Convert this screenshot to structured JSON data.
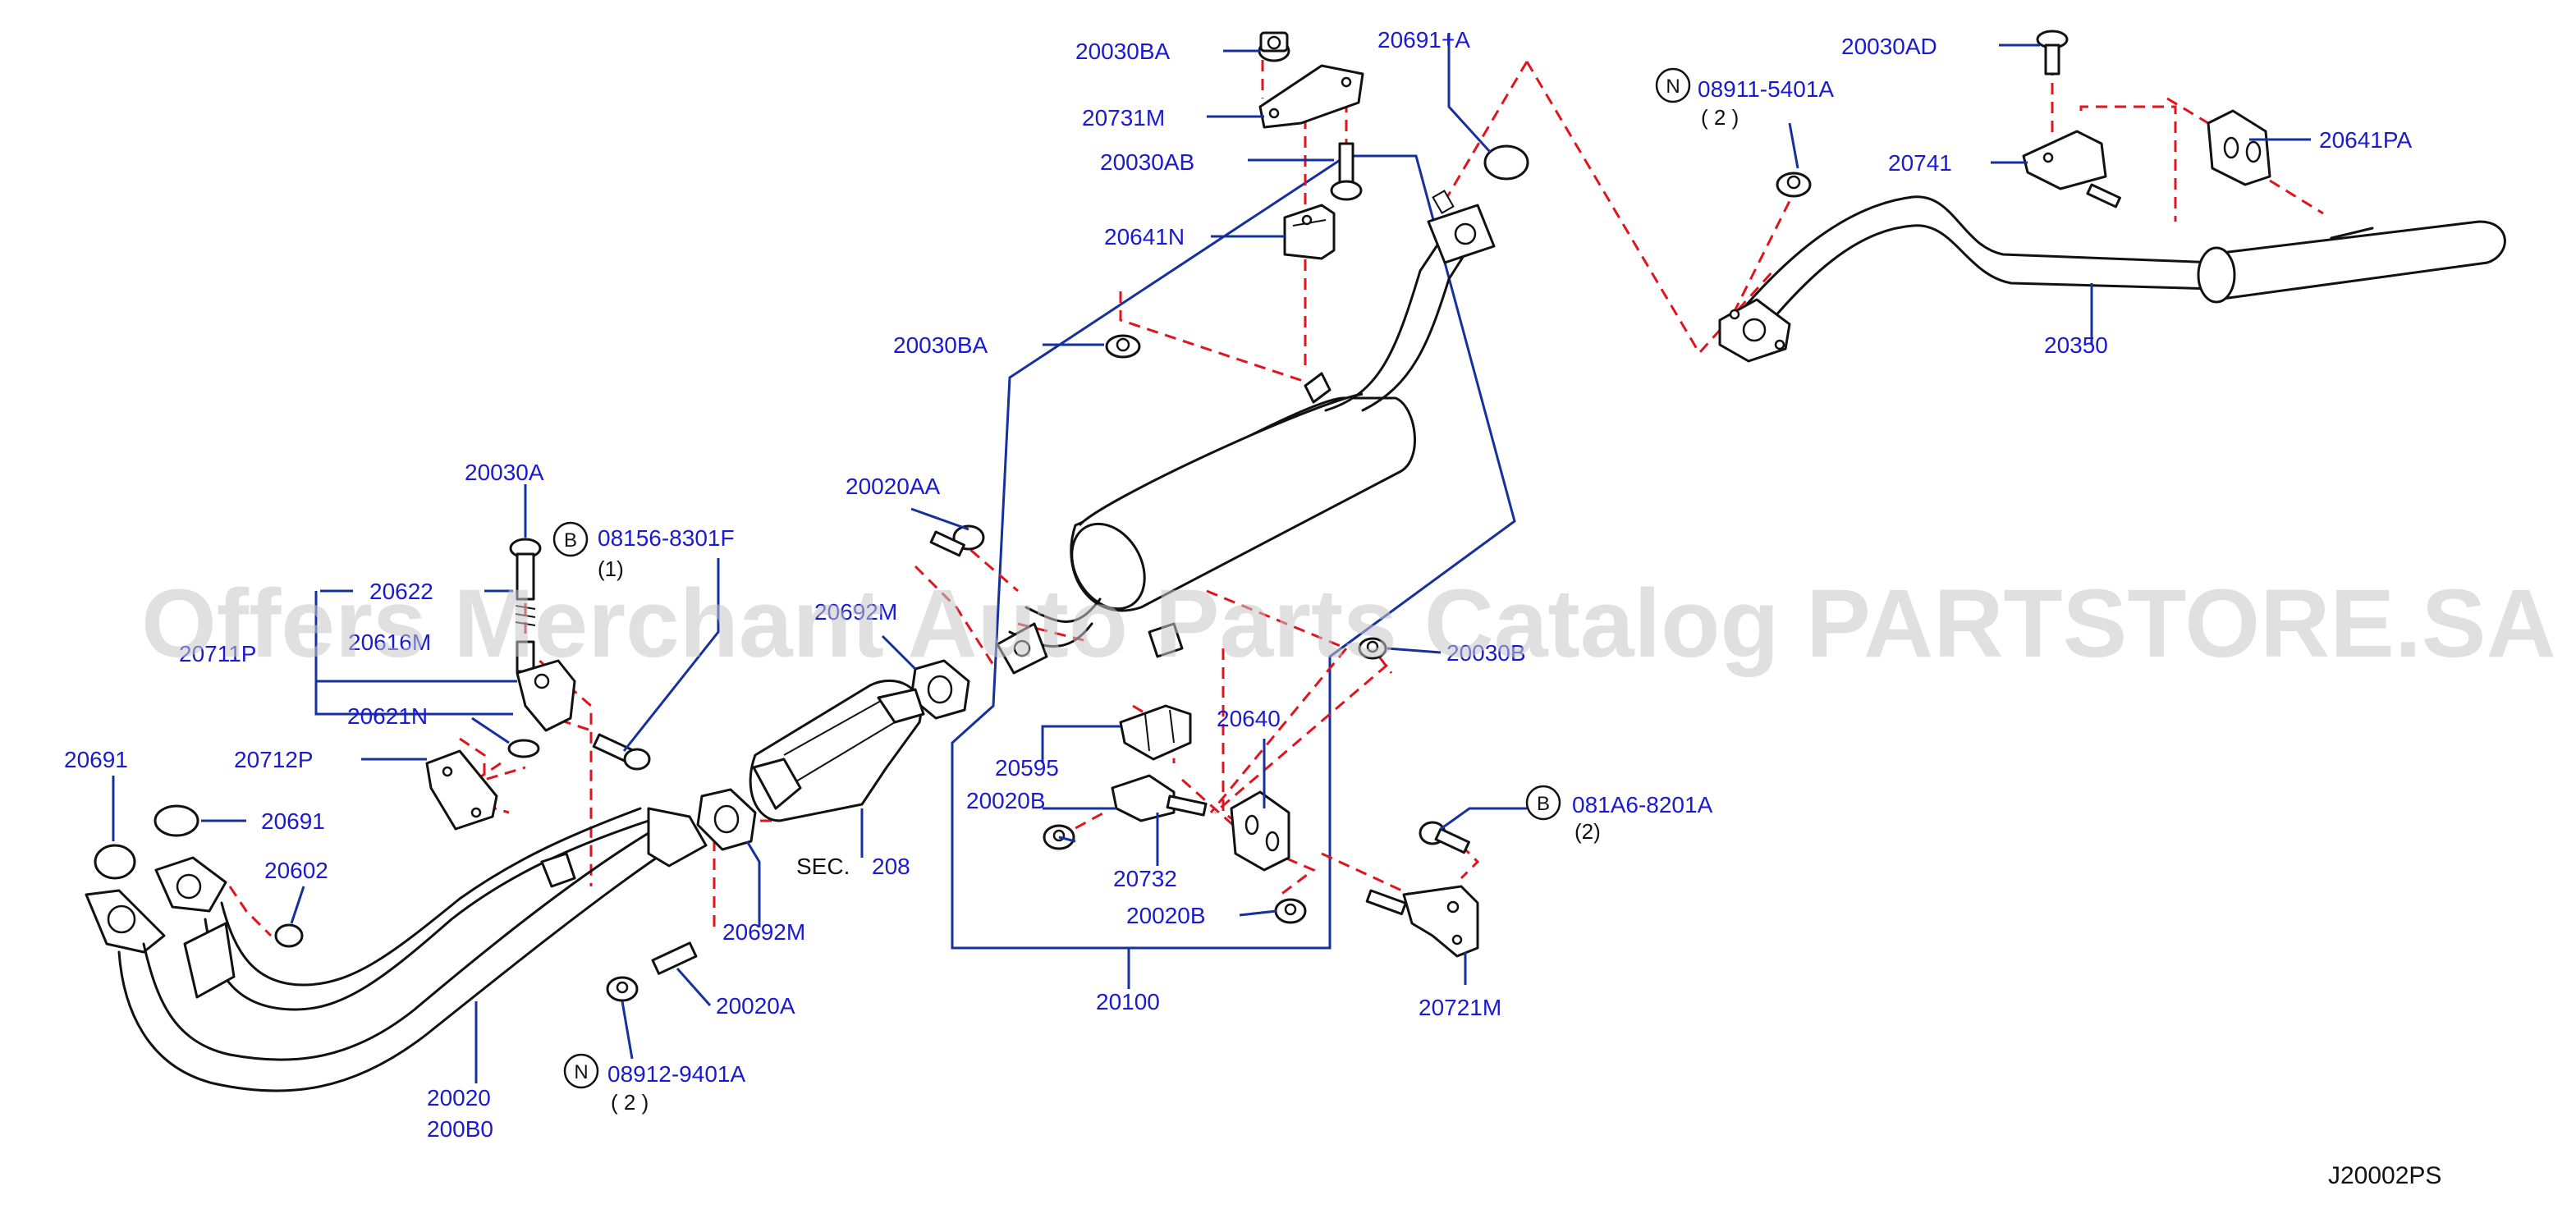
{
  "labels": {
    "l20030BA_top": "20030BA",
    "l20691A": "20691+A",
    "l20731M": "20731M",
    "l20030AB": "20030AB",
    "l20641N": "20641N",
    "l20030BA_mid": "20030BA",
    "l20030AD": "20030AD",
    "l08911": "08911-5401A",
    "l08911_qty": "( 2 )",
    "l20741": "20741",
    "l20641PA": "20641PA",
    "l20350": "20350",
    "l20030A": "20030A",
    "l08156": "08156-8301F",
    "l08156_qty": "(1)",
    "l20622": "20622",
    "l20616M": "20616M",
    "l20711P": "20711P",
    "l20621N": "20621N",
    "l20712P": "20712P",
    "l20691_a": "20691",
    "l20691_b": "20691",
    "l20602": "20602",
    "l20020": "20020",
    "l200B0": "200B0",
    "l20020AA": "20020AA",
    "l20692M_top": "20692M",
    "l20692M_bot": "20692M",
    "l20020A": "20020A",
    "l08912": "08912-9401A",
    "l08912_qty": "( 2 )",
    "lsec": "SEC.",
    "lsec_num": "208",
    "l20030B": "20030B",
    "l20640": "20640",
    "l20595": "20595",
    "l20020B_a": "20020B",
    "l20732": "20732",
    "l20020B_b": "20020B",
    "l20100": "20100",
    "l081A6": "081A6-8201A",
    "l081A6_qty": "(2)",
    "l20721M": "20721M"
  },
  "badges": {
    "n1": "N",
    "b1": "B",
    "n2": "N",
    "b2": "B"
  },
  "diagram_code": "J20002PS",
  "watermark": "Offers Merchant Auto Parts Catalog PARTSTORE.SA",
  "colors": {
    "label": "#1a1ad0",
    "leader": "#16309c",
    "dashed": "#e0141e",
    "outline": "#111111"
  }
}
